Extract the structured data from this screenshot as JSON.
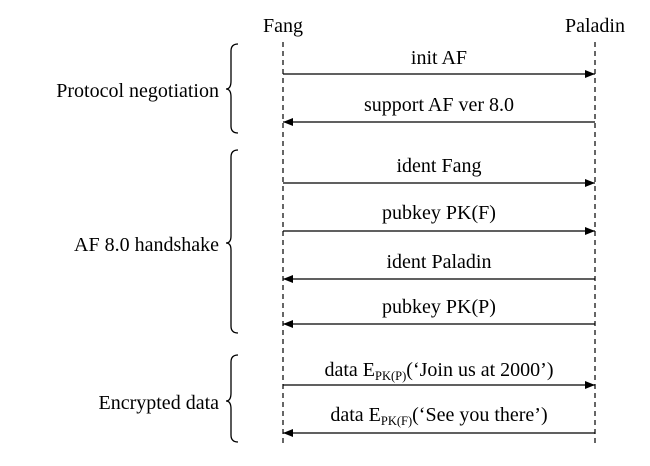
{
  "participants": {
    "left": "Fang",
    "right": "Paladin"
  },
  "phases": [
    {
      "label": "Protocol negotiation"
    },
    {
      "label": "AF 8.0 handshake"
    },
    {
      "label": "Encrypted data"
    }
  ],
  "messages": [
    {
      "direction": "right",
      "text": "init AF"
    },
    {
      "direction": "left",
      "text": "support AF ver 8.0"
    },
    {
      "direction": "right",
      "text": "ident Fang"
    },
    {
      "direction": "right",
      "text": "pubkey PK(F)"
    },
    {
      "direction": "left",
      "text": "ident Paladin"
    },
    {
      "direction": "left",
      "text": "pubkey PK(P)"
    },
    {
      "direction": "right",
      "pre": "data E",
      "sub": "PK(P)",
      "post": "(‘Join us at 2000’)"
    },
    {
      "direction": "left",
      "pre": "data E",
      "sub": "PK(F)",
      "post": "(‘See you there’)"
    }
  ]
}
